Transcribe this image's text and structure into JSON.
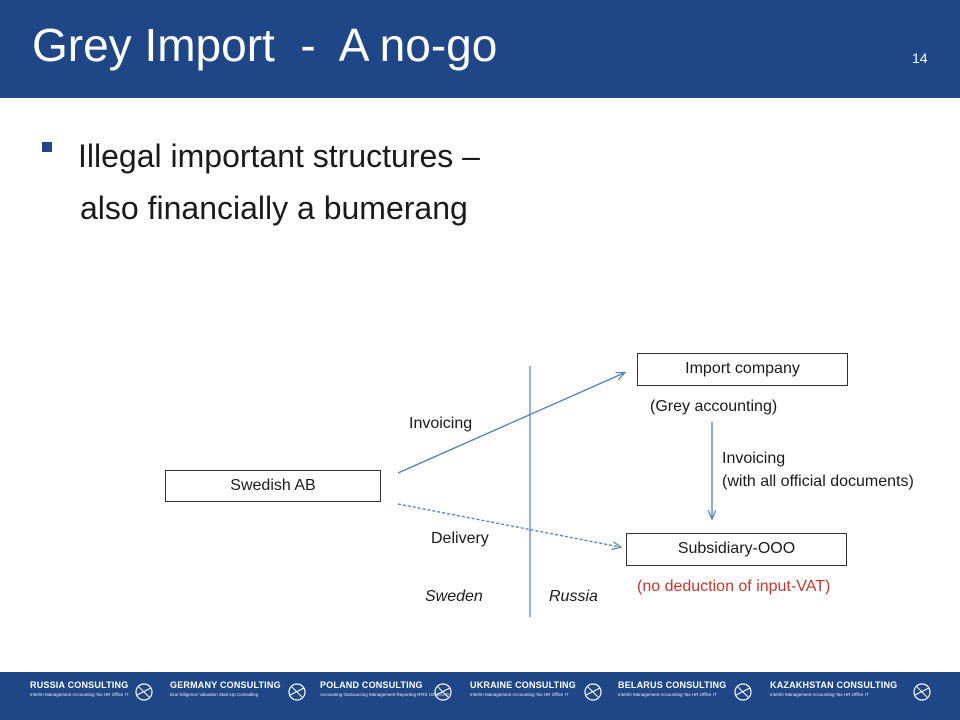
{
  "header": {
    "title": "Grey Import  -  A no-go",
    "page_number": "14"
  },
  "bullet": {
    "line1": "Illegal important structures –",
    "line2": "also financially a bumerang"
  },
  "diagram": {
    "swedish_ab": "Swedish AB",
    "import_company": "Import company",
    "subsidiary": "Subsidiary-OOO",
    "invoicing_left": "Invoicing",
    "delivery": "Delivery",
    "grey_accounting": "(Grey accounting)",
    "invoicing_right": "Invoicing",
    "official_docs": "(with all official documents)",
    "no_deduction": "(no deduction of input-VAT)",
    "sweden": "Sweden",
    "russia": "Russia"
  },
  "footer": {
    "brands": [
      {
        "name": "RUSSIA CONSULTING",
        "tag": "Interim Management  Accounting  Tax  HR  Office  IT"
      },
      {
        "name": "GERMANY CONSULTING",
        "tag": "Due Diligence  Valuation  Start-Up Consulting"
      },
      {
        "name": "POLAND CONSULTING",
        "tag": "Accounting Outsourcing Management Reporting IFRS US-GAAP"
      },
      {
        "name": "UKRAINE CONSULTING",
        "tag": "Interim Management  Accounting  Tax  HR  Office  IT"
      },
      {
        "name": "BELARUS CONSULTING",
        "tag": "Interim Management  Accounting  Tax  HR  Office  IT"
      },
      {
        "name": "KAZAKHSTAN CONSULTING",
        "tag": "Interim Management  Accounting  Tax  HR  Office  IT"
      }
    ]
  },
  "colors": {
    "header_bg": "#1f4788",
    "arrow": "#4a7ebf",
    "red_text": "#c0392b"
  }
}
